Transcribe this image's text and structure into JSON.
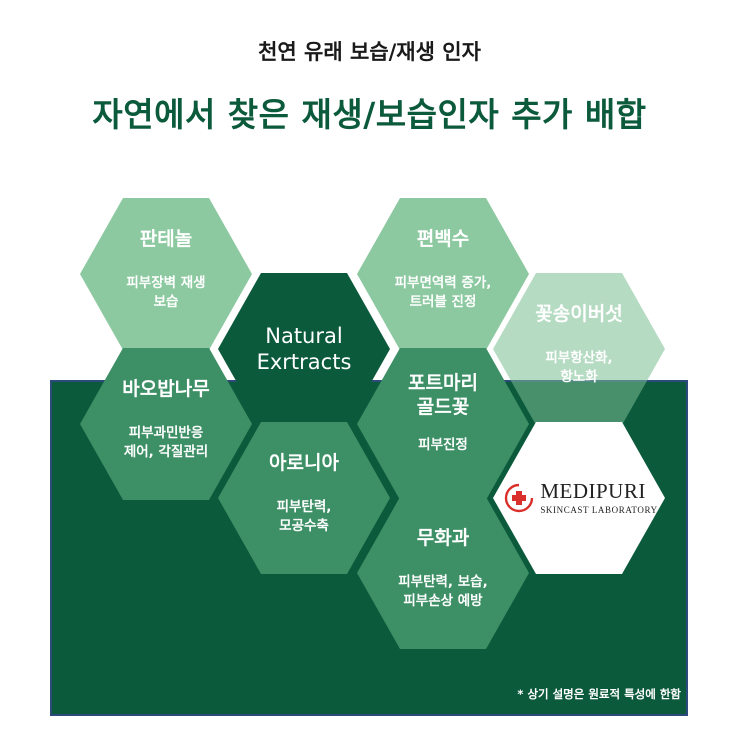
{
  "header": {
    "subtitle": "천연 유래 보습/재생 인자",
    "title": "자연에서 찾은 재생/보습인자 추가 배합"
  },
  "center": {
    "label": "Natural\nExrtracts"
  },
  "ingredients": [
    {
      "name": "판테놀",
      "desc": "피부장벽 재생\n보습"
    },
    {
      "name": "편백수",
      "desc": "피부면역력 증가,\n트러블 진정"
    },
    {
      "name": "꽃송이버섯",
      "desc": "피부항산화,\n항노화"
    },
    {
      "name": "바오밥나무",
      "desc": "피부과민반응\n제어, 각질관리"
    },
    {
      "name": "포트마리\n골드꽃",
      "desc": "피부진정"
    },
    {
      "name": "아로니아",
      "desc": "피부탄력,\n모공수축"
    },
    {
      "name": "무화과",
      "desc": "피부탄력, 보습,\n피부손상 예방"
    }
  ],
  "brand": {
    "name": "MEDIPURI",
    "tagline": "SKINCAST LABORATORY"
  },
  "footnote": "* 상기 설명은 원료적 특성에 한함",
  "colors": {
    "title_green": "#0c5a3c",
    "panel_green": "#0b5a3c",
    "hex_light": "#8cc9a0",
    "hex_mid": "#3d8f65",
    "logo_red": "#d9302c"
  }
}
